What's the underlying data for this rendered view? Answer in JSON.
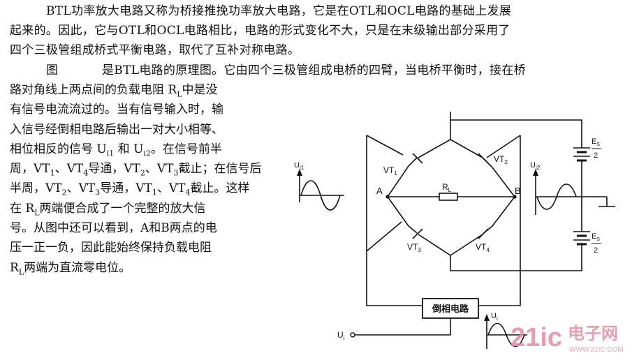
{
  "paragraph1": {
    "line1": "BTL功率放大电路又称为桥接推挽功率放大电路，它是在OTL和OCL电路的基础上发展",
    "line2": "起来的。因此，它与OTL和OCL电路相比，电路的形式变化不大，只是在末级输出部分采用了",
    "line3": "四个三极管组成桥式平衡电路，取代了互补对称电路。"
  },
  "paragraph2": {
    "first_a": "图",
    "first_b": "是BTL电路的原理图。它由四个三极管组成电桥的四臂，当电桥平衡时，接在桥",
    "lines": [
      "路对角线上两点间的负载电阻 R",
      "有信号电流流过的。当有信号输入时，输",
      "入信号经倒相电路后输出一对大小相等、",
      "相位相反的信号 U",
      "周，VT",
      "半周，VT",
      "在 R",
      "号。从图中还可以看到，A和B两点的电",
      "压一正一负，因此能始终保持负载电阻",
      "R"
    ],
    "line1_sub": "L",
    "line1_tail": "中是没",
    "line4_sub1": "i1",
    "line4_mid": " 和 U",
    "line4_sub2": "i2",
    "line4_tail": "。在信号前半",
    "line5_parts": [
      "周，VT",
      "1",
      "、VT",
      "4",
      "导通，VT",
      "2",
      "、VT",
      "3",
      "截止；在信号后"
    ],
    "line6_parts": [
      "半周，VT",
      "2",
      "、VT",
      "3",
      "导通，VT",
      "1",
      "、VT",
      "4",
      "截止。这样"
    ],
    "line7_sub": "L",
    "line7_tail": "两端便合成了一个完整的放大信",
    "line10_sub": "L",
    "line10_tail": "两端为直流零电位。"
  },
  "diagram": {
    "ui1": "U",
    "ui1_sub": "i1",
    "ui2": "U",
    "ui2_sub": "i2",
    "vt1": "VT",
    "vt1_sub": "1",
    "vt2": "VT",
    "vt2_sub": "2",
    "vt3": "VT",
    "vt3_sub": "3",
    "vt4": "VT",
    "vt4_sub": "4",
    "node_a": "A",
    "node_b": "B",
    "rl": "R",
    "rl_sub": "L",
    "es_top": "E",
    "es_top_sub": "S",
    "es_top_den": "2",
    "es_bot": "E",
    "es_bot_sub": "S",
    "es_bot_den": "2",
    "inverter": "倒相电路",
    "ui": "U",
    "ui_sub": "i",
    "ui_out": "U",
    "ui_out_sub": "i"
  },
  "watermark": {
    "brand": "21ic",
    "cn": "电子网",
    "url": "WWW.21IC.COM"
  }
}
